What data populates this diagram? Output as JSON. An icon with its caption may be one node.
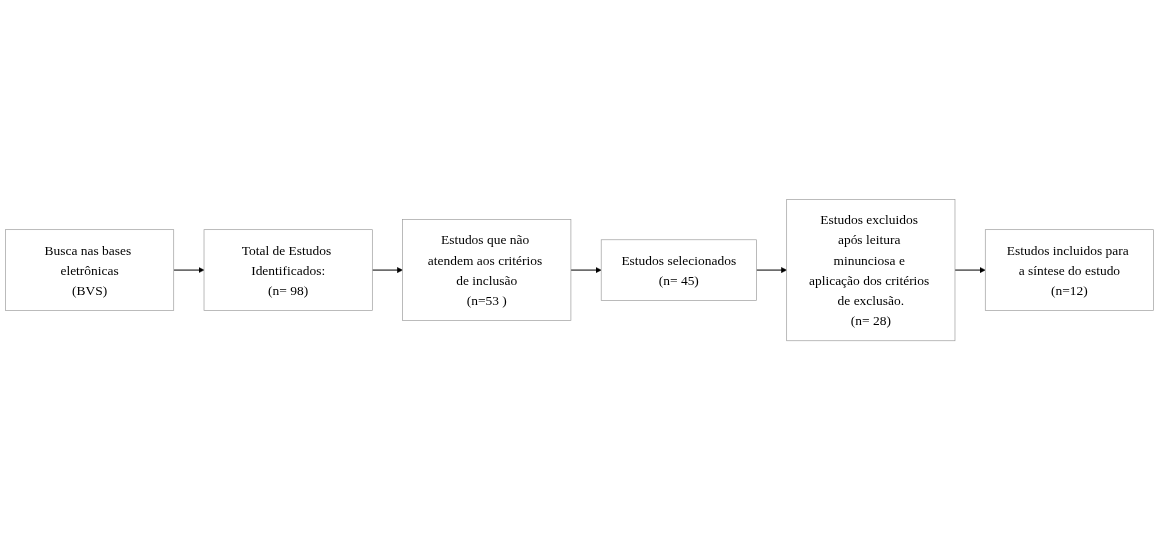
{
  "diagram": {
    "nodes": [
      {
        "text": [
          "Busca nas bases eletrônicas",
          "(BVS)"
        ]
      },
      {
        "text": [
          "Total de Estudos Identificados:",
          "(n= 98)"
        ]
      },
      {
        "text": [
          "Estudos que não atendem aos critérios de inclusão",
          "(n=53 )"
        ]
      },
      {
        "text": [
          "Estudos selecionados",
          "(n= 45)"
        ]
      },
      {
        "text": [
          "Estudos excluidos após leitura minunciosa e aplicação dos critérios de exclusão.",
          "(n= 28)"
        ]
      },
      {
        "text": [
          "Estudos incluidos para a síntese do estudo",
          "(n=12)"
        ]
      }
    ],
    "edges": [
      {
        "from": 0,
        "to": 1,
        "arrow": "to"
      },
      {
        "from": 1,
        "to": 2,
        "arrow": "to"
      },
      {
        "from": 2,
        "to": 3,
        "arrow": "to"
      },
      {
        "from": 3,
        "to": 4,
        "arrow": "to"
      },
      {
        "from": 4,
        "to": 5,
        "arrow": "to"
      }
    ]
  }
}
